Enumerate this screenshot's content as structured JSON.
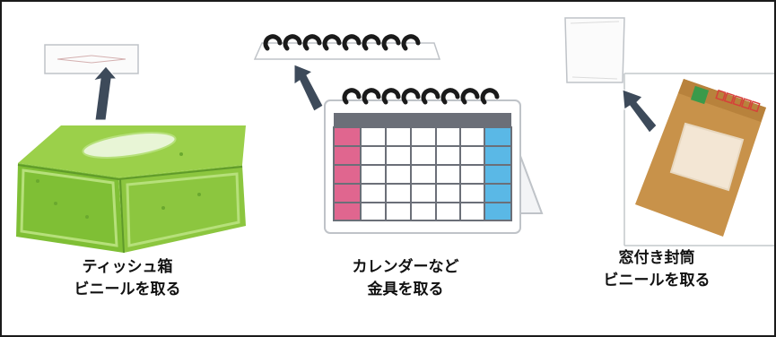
{
  "panels": [
    {
      "id": "tissue",
      "caption_line1": "ティッシュ箱",
      "caption_line2": "ビニールを取る"
    },
    {
      "id": "calendar",
      "caption_line1": "カレンダーなど",
      "caption_line2": "金具を取る"
    },
    {
      "id": "envelope",
      "caption_line1": "窓付き封筒",
      "caption_line2": "ビニールを取る"
    }
  ],
  "colors": {
    "border": "#1a1a1a",
    "tissue_green": "#8cc63f",
    "tissue_dark": "#5f9a2a",
    "arrow": "#3d4a5a",
    "calendar_pink": "#e0668f",
    "calendar_blue": "#5ab8e6",
    "calendar_header": "#6b6f78",
    "envelope_brown": "#c8924a",
    "stamp_green": "#3a9a4a"
  },
  "icons": [
    "vinyl-film-icon",
    "tissue-box-icon",
    "arrow-icon",
    "calendar-rings-icon",
    "calendar-icon",
    "envelope-window-film-icon",
    "envelope-icon"
  ]
}
